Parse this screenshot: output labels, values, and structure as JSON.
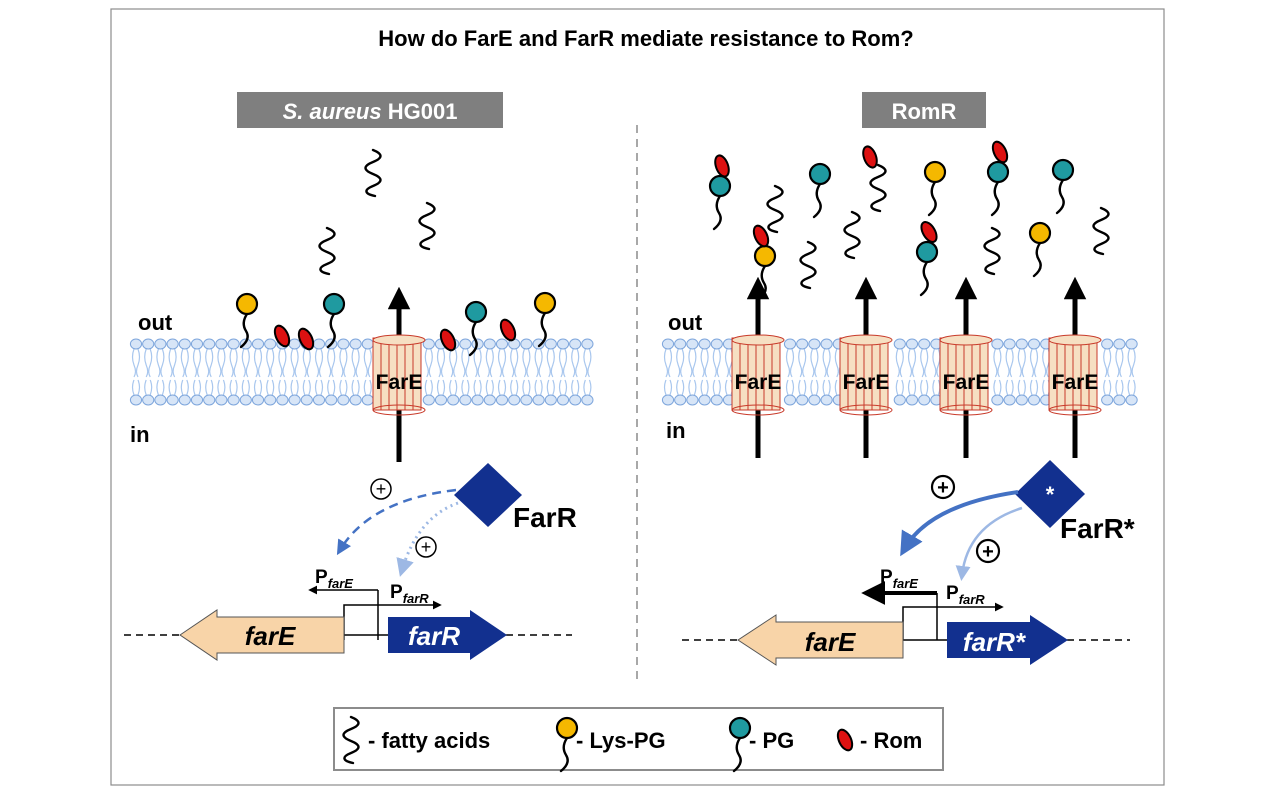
{
  "title": "How do FarE and FarR mediate resistance to Rom?",
  "left_panel": {
    "strain_italic": "S. aureus",
    "strain_rest": " HG001",
    "out_label": "out",
    "in_label": "in",
    "pump_label": "FarE",
    "regulator_label": "FarR",
    "plus_symbol": "+",
    "promoter_fare_p": "P",
    "promoter_fare_sub": "farE",
    "promoter_farr_p": "P",
    "promoter_farr_sub": "farR",
    "gene_fare": "farE",
    "gene_farr": "farR"
  },
  "right_panel": {
    "strain": "RomR",
    "out_label": "out",
    "in_label": "in",
    "pump_label": "FarE",
    "regulator_label": "FarR*",
    "regulator_mark": "*",
    "plus_symbol": "+",
    "promoter_fare_p": "P",
    "promoter_fare_sub": "farE",
    "promoter_farr_p": "P",
    "promoter_farr_sub": "farR",
    "gene_fare": "farE",
    "gene_farr": "farR*"
  },
  "legend": {
    "fatty_acids": "- fatty acids",
    "lys_pg": "- Lys-PG",
    "pg": "- PG",
    "rom": "- Rom"
  },
  "colors": {
    "lys_pg": "#f5b800",
    "pg": "#1f9aa0",
    "rom": "#dd1111",
    "membrane": "#a9c7ee",
    "pump_fill": "#f6dfc2",
    "pump_stroke": "#c83a2a",
    "regulator": "#12308f",
    "gene_fare": "#f8d4a8",
    "gene_farr": "#12308f",
    "label_box": "#7f7f7f"
  }
}
